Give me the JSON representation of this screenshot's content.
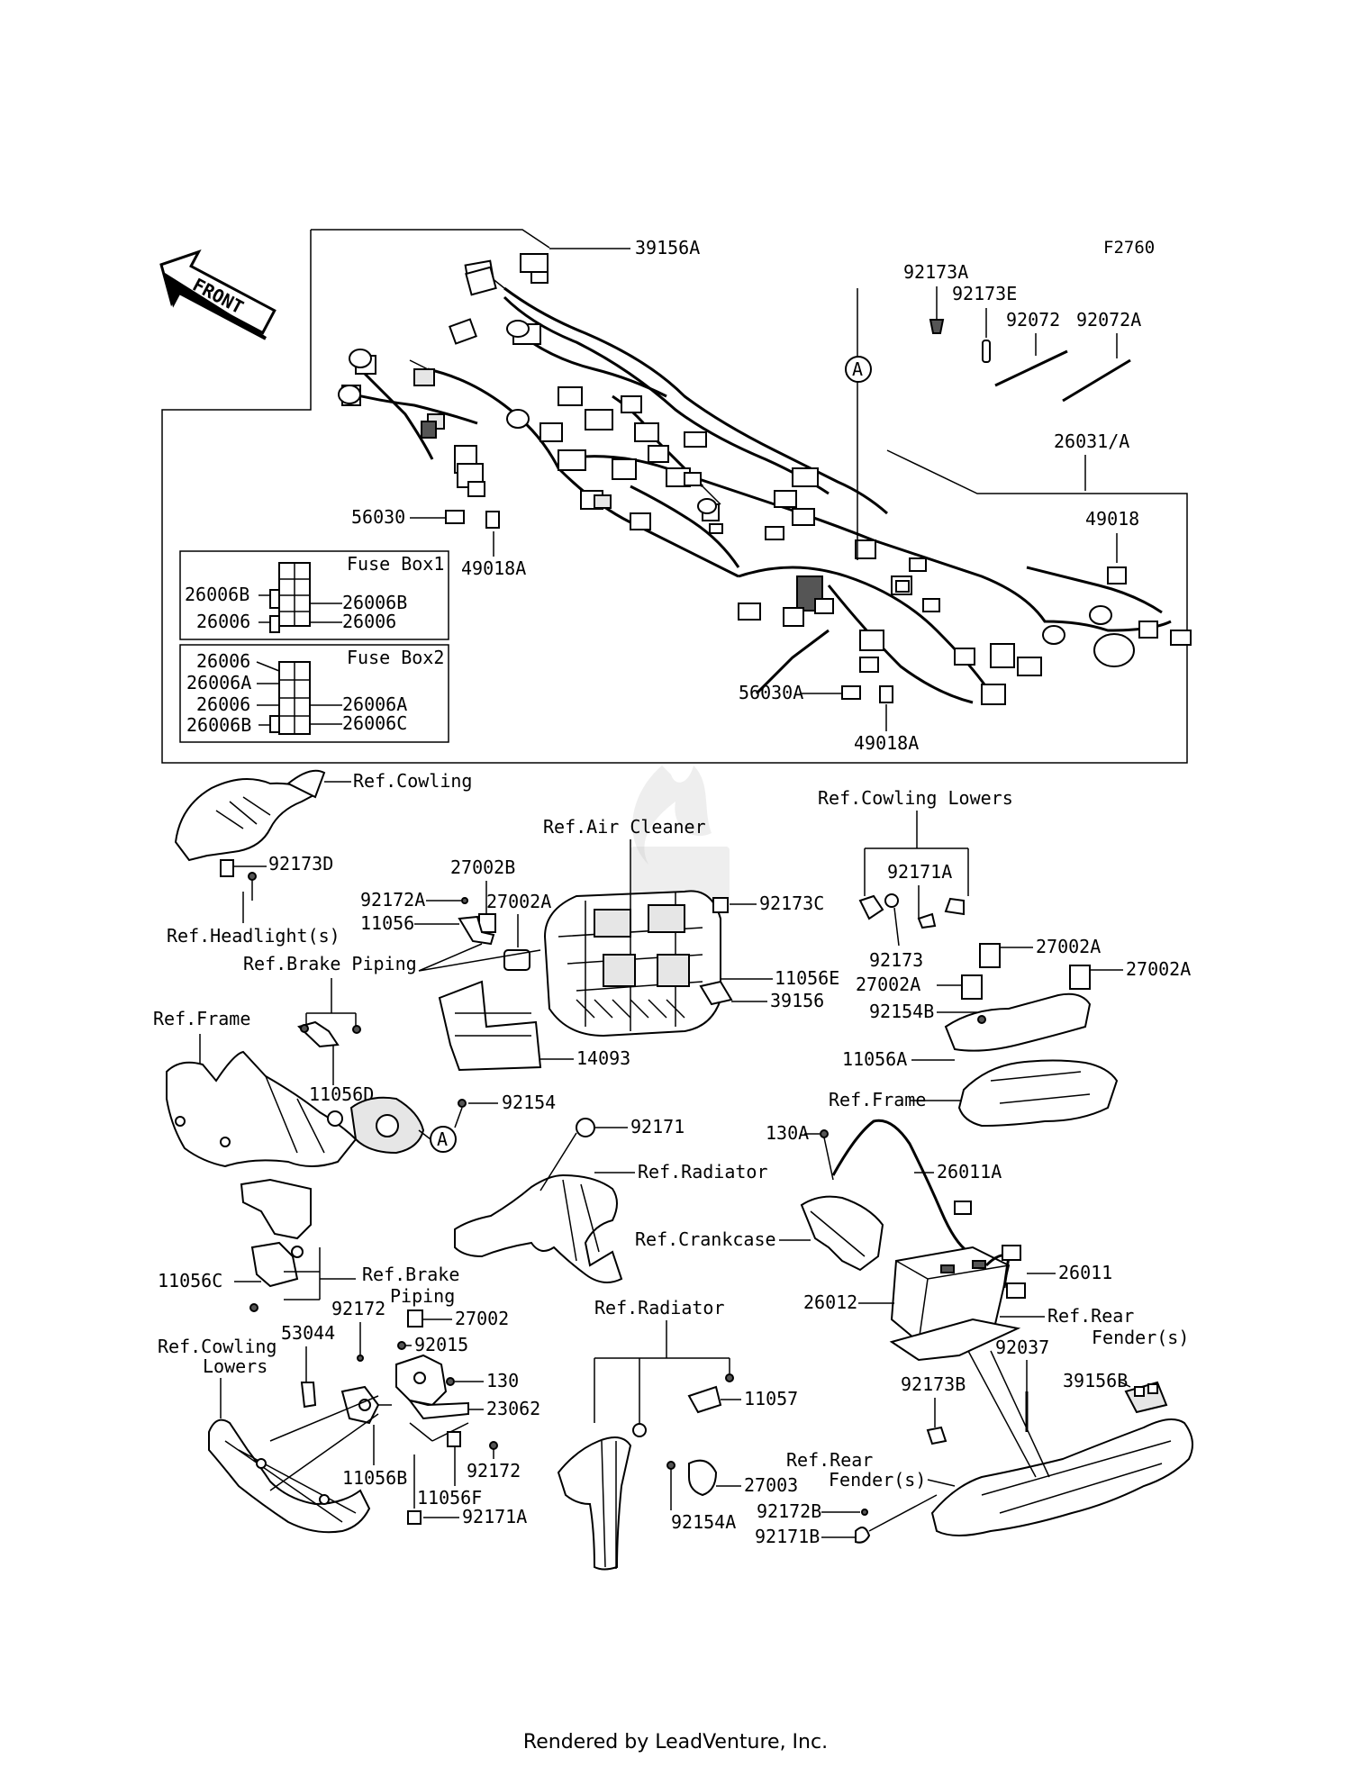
{
  "diagram_code": "F2760",
  "front_arrow_label": "FRONT",
  "callout_letter": "A",
  "fuse_box_1": {
    "title": "Fuse Box1",
    "left_labels": [
      "26006B",
      "26006"
    ],
    "right_labels": [
      "26006B",
      "26006"
    ]
  },
  "fuse_box_2": {
    "title": "Fuse Box2",
    "left_labels": [
      "26006",
      "26006A",
      "26006",
      "26006B"
    ],
    "right_labels": [
      "26006A",
      "26006C"
    ]
  },
  "harness_labels": {
    "p39156A": "39156A",
    "p92173A": "92173A",
    "p92173E": "92173E",
    "p92072": "92072",
    "p92072A": "92072A",
    "p26031A": "26031/A",
    "p49018": "49018",
    "p56030": "56030",
    "p49018A_1": "49018A",
    "p56030A": "56030A",
    "p49018A_2": "49018A"
  },
  "parts": {
    "p92173D": "92173D",
    "p27002B": "27002B",
    "p27002A_1": "27002A",
    "p92172A": "92172A",
    "p11056": "11056",
    "p92173C": "92173C",
    "p11056E": "11056E",
    "p39156": "39156",
    "p14093": "14093",
    "p11056D": "11056D",
    "p92154": "92154",
    "p92171": "92171",
    "p11056C": "11056C",
    "p27002": "27002",
    "p53044": "53044",
    "p92172_1": "92172",
    "p92015": "92015",
    "p130": "130",
    "p23062": "23062",
    "p92172_2": "92172",
    "p11056B": "11056B",
    "p11056F": "11056F",
    "p92171A_1": "92171A",
    "p11057": "11057",
    "p27003": "27003",
    "p92154A": "92154A",
    "p92171A_2": "92171A",
    "p92173": "92173",
    "p27002A_2": "27002A",
    "p27002A_3": "27002A",
    "p27002A_4": "27002A",
    "p92154B": "92154B",
    "p11056A": "11056A",
    "p130A": "130A",
    "p26011A": "26011A",
    "p26011": "26011",
    "p26012": "26012",
    "p92037": "92037",
    "p39156B": "39156B",
    "p92173B": "92173B",
    "p92172B": "92172B",
    "p92171B": "92171B"
  },
  "refs": {
    "cowling": "Ref.Cowling",
    "headlight": "Ref.Headlight(s)",
    "air_cleaner": "Ref.Air Cleaner",
    "brake_piping_1": "Ref.Brake Piping",
    "frame_1": "Ref.Frame",
    "radiator_1": "Ref.Radiator",
    "crankcase": "Ref.Crankcase",
    "brake_piping_2_line1": "Ref.Brake",
    "brake_piping_2_line2": "Piping",
    "cowling_lowers_1_line1": "Ref.Cowling",
    "cowling_lowers_1_line2": "Lowers",
    "radiator_2": "Ref.Radiator",
    "cowling_lowers_2": "Ref.Cowling Lowers",
    "frame_2": "Ref.Frame",
    "rear_fender_1_line1": "Ref.Rear",
    "rear_fender_1_line2": "Fender(s)",
    "rear_fender_2_line1": "Ref.Rear",
    "rear_fender_2_line2": "Fender(s)"
  },
  "footer": "Rendered by LeadVenture, Inc."
}
